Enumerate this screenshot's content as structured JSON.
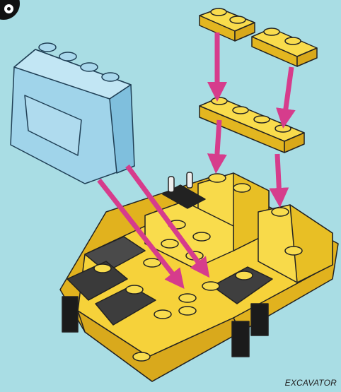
{
  "caption": "EXCAVATOR",
  "step_icon": "step-badge-icon",
  "colors": {
    "background": "#a9dde4",
    "brick_yellow": "#f6d23a",
    "brick_yellow_dark": "#d9a91c",
    "brick_black": "#1b1b1b",
    "windscreen": "#9fd3ea",
    "arrow": "#d63c8c"
  },
  "parts": [
    "windscreen-brick",
    "plate-1x2-top-left",
    "plate-1x2-top-right",
    "plate-1x4",
    "yellow-base-assembly"
  ]
}
